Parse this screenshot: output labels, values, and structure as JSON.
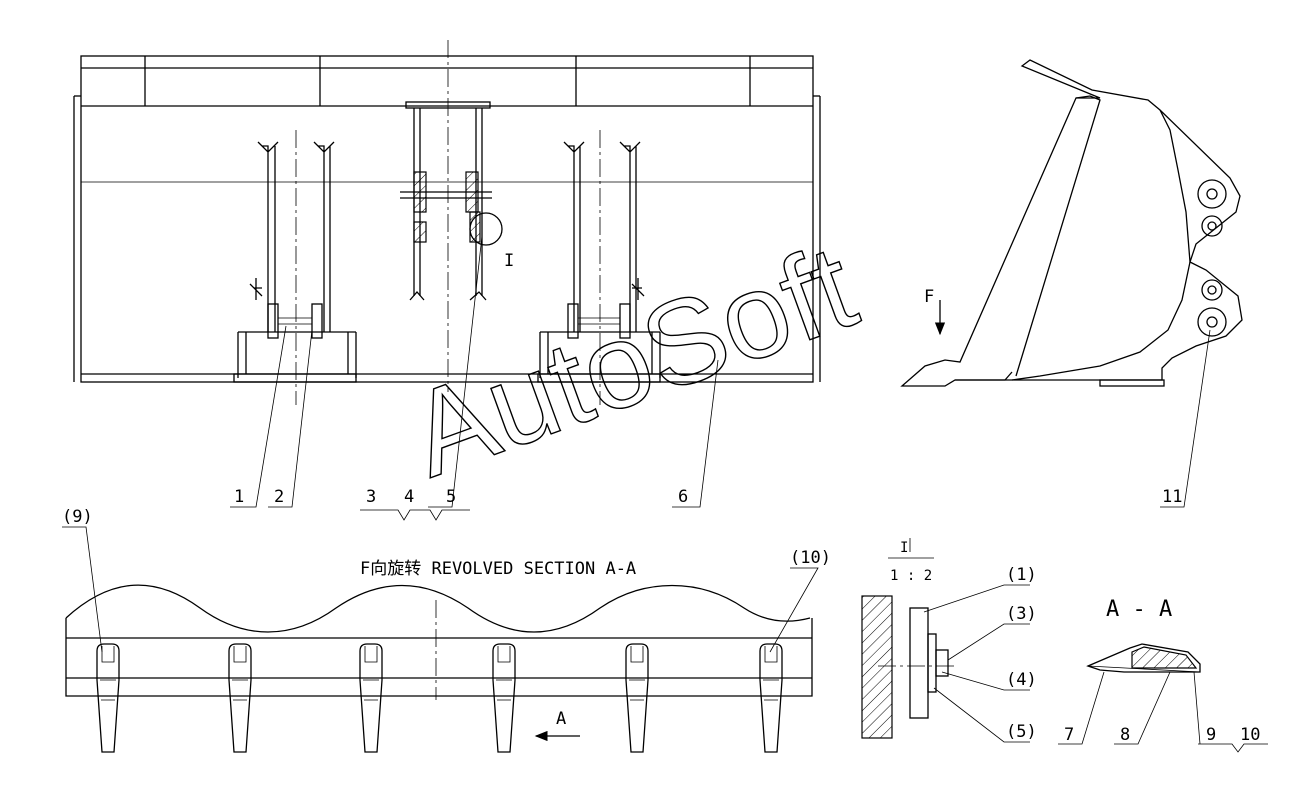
{
  "labels": {
    "p1": "1",
    "p2": "2",
    "p3": "3",
    "p4": "4",
    "p5": "5",
    "p6": "6",
    "p7": "7",
    "p8": "8",
    "p9": "9",
    "p10": "10",
    "p11": "11",
    "p9b": "(9)",
    "p10b": "(10)",
    "d1": "(1)",
    "d3": "(3)",
    "d4": "(4)",
    "d5": "(5)"
  },
  "view_titles": {
    "revolved_section": "F向旋转  REVOLVED SECTION A-A",
    "section_aa": "A - A",
    "detail_id": "I",
    "detail_scale": "1 : 2",
    "detail_marker": "I",
    "direction_f": "F",
    "direction_a": "A"
  },
  "watermark": "AutoSoft"
}
